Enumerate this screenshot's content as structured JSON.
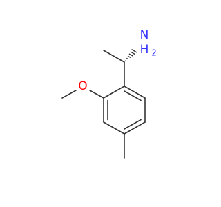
{
  "molecule": {
    "atoms": {
      "amine_n": "N",
      "amine_h": "H",
      "amine_h_count": "2",
      "methoxy_o": "O"
    },
    "colors": {
      "bond": "#333333",
      "nitrogen": "#3333ff",
      "oxygen": "#ff0000",
      "background": "#ffffff"
    },
    "stereo_bond": "hashed-wedge"
  }
}
